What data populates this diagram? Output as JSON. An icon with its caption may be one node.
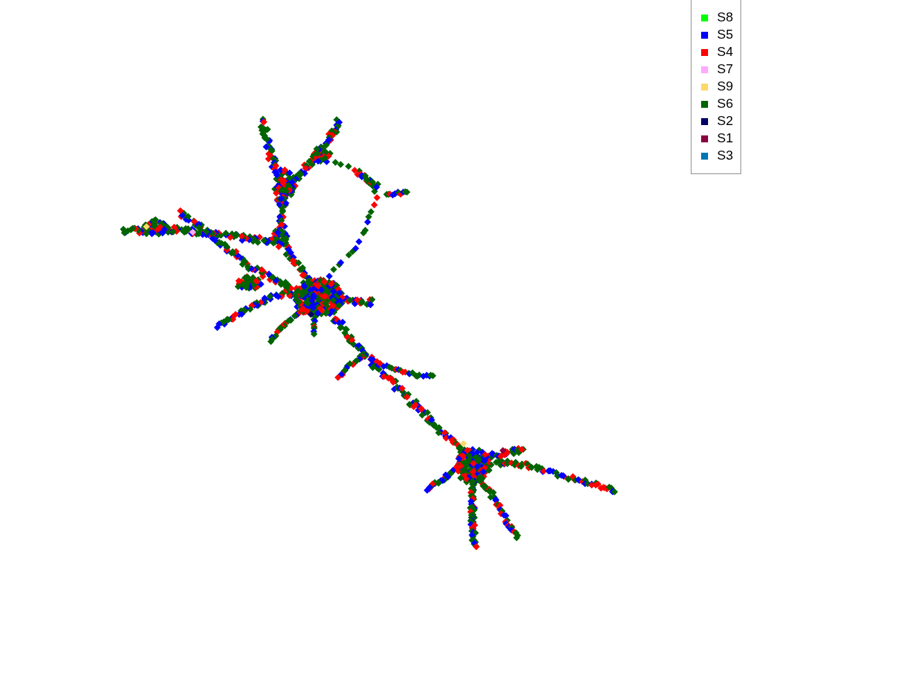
{
  "diagram": {
    "legend": [
      {
        "text": "S8",
        "color": "#00ff00"
      },
      {
        "text": "S5",
        "color": "#0000ff"
      },
      {
        "text": "S4",
        "color": "#ff0000"
      },
      {
        "text": "S7",
        "color": "#ffaaff"
      },
      {
        "text": "S9",
        "color": "#ffd966"
      },
      {
        "text": "S6",
        "color": "#006400"
      },
      {
        "text": "S2",
        "color": "#000066"
      },
      {
        "text": "S1",
        "color": "#8b0040"
      },
      {
        "text": "S3",
        "color": "#0077b3"
      }
    ]
  }
}
